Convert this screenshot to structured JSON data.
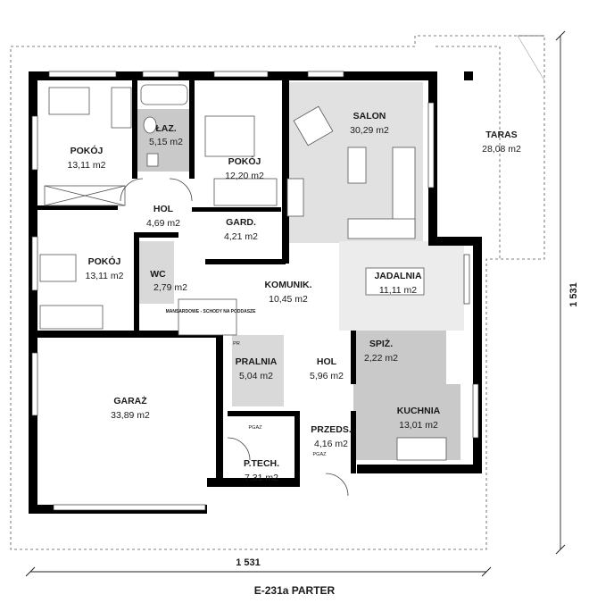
{
  "plan": {
    "title": "E-231a PARTER",
    "dimension_horizontal": "1 531",
    "dimension_vertical": "1 531",
    "stairs_note": "MANSARDOWE - SCHODY NA PODDASZE",
    "pgaz_label_1": "PGAZ",
    "pgaz_label_2": "PGAZ",
    "pr_label": "PR",
    "rooms": [
      {
        "name": "POKÓJ",
        "area": "13,11 m2"
      },
      {
        "name": "ŁAZ.",
        "area": "5,15 m2"
      },
      {
        "name": "POKÓJ",
        "area": "12,20 m2"
      },
      {
        "name": "SALON",
        "area": "30,29 m2"
      },
      {
        "name": "TARAS",
        "area": "28,08 m2"
      },
      {
        "name": "HOL",
        "area": "4,69 m2"
      },
      {
        "name": "GARD.",
        "area": "4,21 m2"
      },
      {
        "name": "POKÓJ",
        "area": "13,11 m2"
      },
      {
        "name": "WC",
        "area": "2,79 m2"
      },
      {
        "name": "KOMUNIK.",
        "area": "10,45 m2"
      },
      {
        "name": "JADALNIA",
        "area": "11,11 m2"
      },
      {
        "name": "SPIŻ.",
        "area": "2,22 m2"
      },
      {
        "name": "PRALNIA",
        "area": "5,04 m2"
      },
      {
        "name": "HOL",
        "area": "5,96 m2"
      },
      {
        "name": "GARAŻ",
        "area": "33,89 m2"
      },
      {
        "name": "KUCHNIA",
        "area": "13,01 m2"
      },
      {
        "name": "PRZEDS.",
        "area": "4,16 m2"
      },
      {
        "name": "P.TECH.",
        "area": "7,31 m2"
      }
    ]
  }
}
